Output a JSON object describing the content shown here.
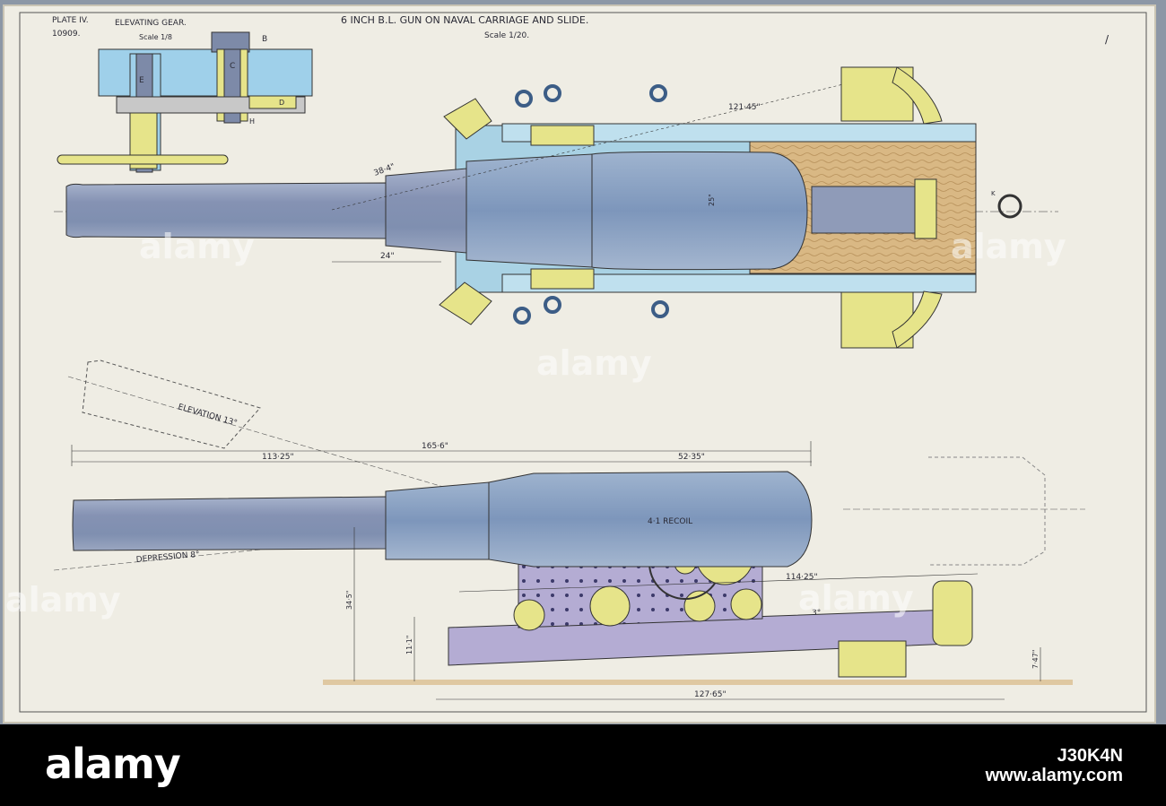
{
  "header": {
    "plate": "PLATE IV.",
    "number": "10909.",
    "gear_title": "ELEVATING GEAR.",
    "gear_scale": "Scale 1/8",
    "main_title": "6 INCH B.L. GUN ON NAVAL CARRIAGE AND SLIDE.",
    "main_scale": "Scale 1/20.",
    "page_mark": "/"
  },
  "gear_labels": {
    "b": "B",
    "c": "C",
    "e": "E",
    "h": "H",
    "d": "D"
  },
  "plan": {
    "dim_121": "121·45\"",
    "dim_38": "38·4\"",
    "dim_24": "24\"",
    "dim_25": "25\"",
    "label_k": "K"
  },
  "elevation": {
    "elevation_label": "ELEVATION 13°",
    "depression_label": "DEPRESSION 8°",
    "dim_165": "165·6\"",
    "dim_113": "113·25\"",
    "dim_52": "52·35\"",
    "recoil": "4·1 RECOIL",
    "dim_114": "114·25\"",
    "dim_3": "3°",
    "dim_34": "34·5\"",
    "dim_11": "11·1\"",
    "dim_127": "127·65\"",
    "dim_747": "7·47\""
  },
  "watermark": "alamy",
  "footer": {
    "logo": "alamy",
    "image_id": "J30K4N",
    "url": "www.alamy.com"
  },
  "colors": {
    "paper": "#efede4",
    "gun_steel": "#8f9bb8",
    "carriage_blue": "#a9d2e4",
    "carriage_violet": "#b4acd3",
    "brass_yellow": "#e6e48a",
    "timber": "#d9b884"
  }
}
